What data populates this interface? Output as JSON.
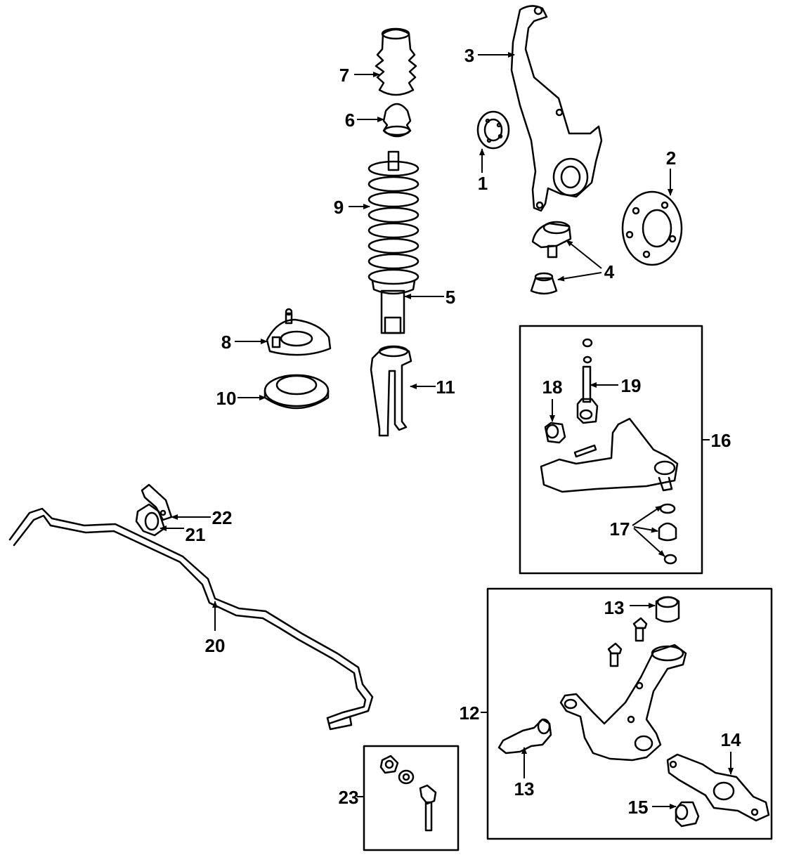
{
  "diagram": {
    "callouts": [
      {
        "id": "c1",
        "label": "1"
      },
      {
        "id": "c2",
        "label": "2"
      },
      {
        "id": "c3",
        "label": "3"
      },
      {
        "id": "c4",
        "label": "4"
      },
      {
        "id": "c5",
        "label": "5"
      },
      {
        "id": "c6",
        "label": "6"
      },
      {
        "id": "c7",
        "label": "7"
      },
      {
        "id": "c8",
        "label": "8"
      },
      {
        "id": "c9",
        "label": "9"
      },
      {
        "id": "c10",
        "label": "10"
      },
      {
        "id": "c11",
        "label": "11"
      },
      {
        "id": "c12",
        "label": "12"
      },
      {
        "id": "c13a",
        "label": "13"
      },
      {
        "id": "c13b",
        "label": "13"
      },
      {
        "id": "c14",
        "label": "14"
      },
      {
        "id": "c15",
        "label": "15"
      },
      {
        "id": "c16",
        "label": "16"
      },
      {
        "id": "c17",
        "label": "17"
      },
      {
        "id": "c18",
        "label": "18"
      },
      {
        "id": "c19",
        "label": "19"
      },
      {
        "id": "c20",
        "label": "20"
      },
      {
        "id": "c21",
        "label": "21"
      },
      {
        "id": "c22",
        "label": "22"
      },
      {
        "id": "c23",
        "label": "23"
      }
    ],
    "colors": {
      "ink": "#000000",
      "paper": "#ffffff"
    }
  }
}
